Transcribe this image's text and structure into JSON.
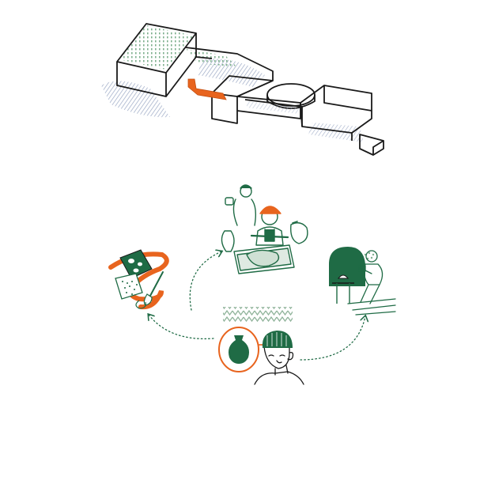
{
  "colors": {
    "line": "#1a1a1a",
    "accent_orange": "#e8641e",
    "accent_green": "#1f6b45",
    "hatch_blue": "#9aa8c4",
    "hatch_green": "#7fb08e",
    "background": "#ffffff"
  },
  "building": {
    "description_icon": "axonometric-building-icon"
  },
  "nodes": [
    {
      "name": "pottery-workshop-scene",
      "icon": "clay-rolling-icon"
    },
    {
      "name": "materials-tools-scene",
      "icon": "glaze-tools-icon"
    },
    {
      "name": "relaxing-terrace-scene",
      "icon": "tea-reading-icon"
    },
    {
      "name": "visitor-with-vase-scene",
      "icon": "visitor-vase-icon"
    }
  ]
}
